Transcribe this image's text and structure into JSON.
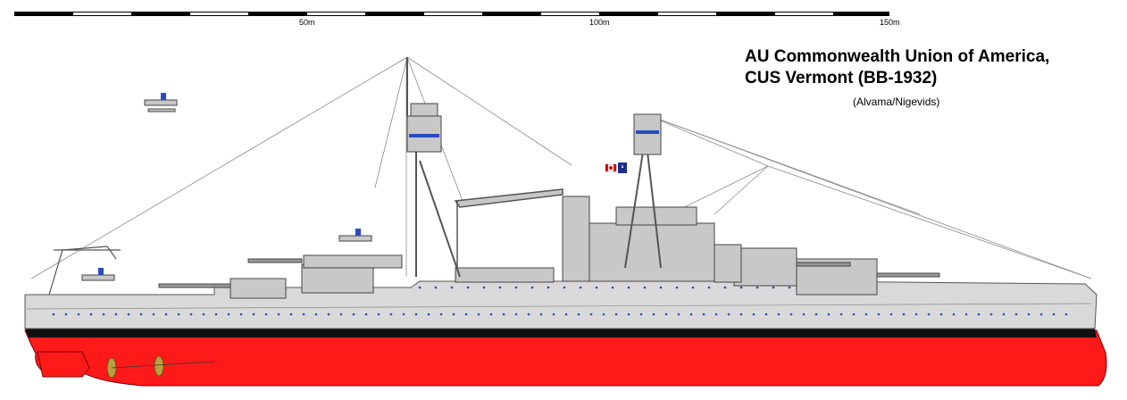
{
  "scale_bar": {
    "labels": [
      "50m",
      "100m",
      "150m"
    ]
  },
  "title": {
    "line1": "AU Commonwealth Union of America,",
    "line2": "CUS Vermont (BB-1932)",
    "credit": "(Alvama/Nigevids)"
  },
  "colors": {
    "hull_red": "#ff1a1a",
    "hull_gray": "#d9d9d9",
    "boot_top": "#111111",
    "superstructure": "#c8c8c8",
    "accent_blue": "#2a4bbf",
    "background": "#ffffff"
  },
  "icons": [
    "seaplane-icon",
    "canada-flag-icon",
    "navy-jack-icon"
  ]
}
